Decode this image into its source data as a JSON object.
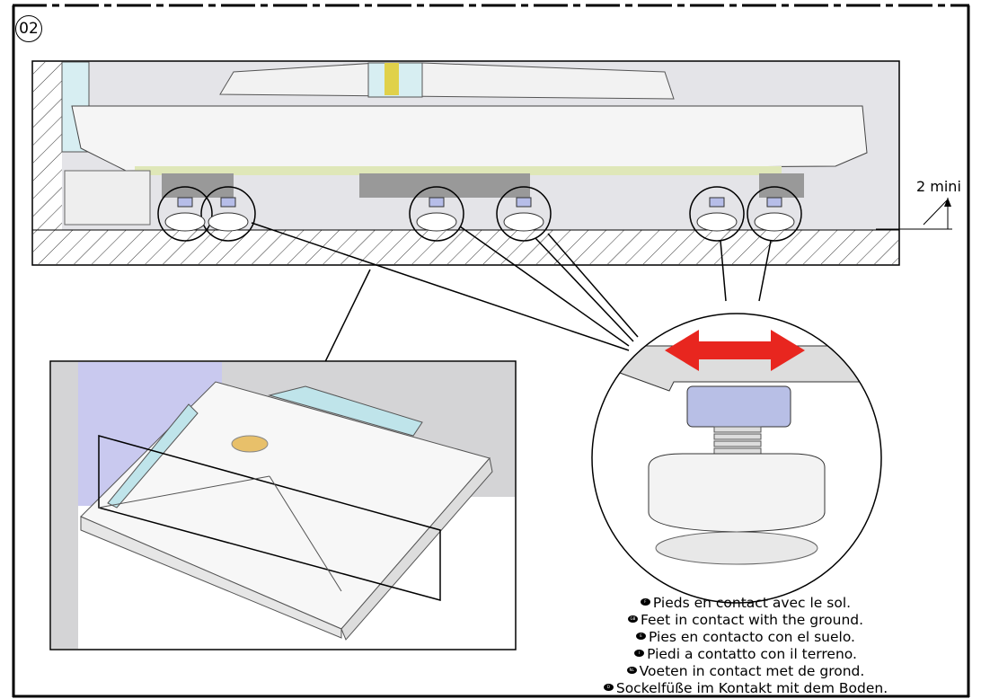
{
  "step_number": "02",
  "dimension_label": "2 mini",
  "notes": [
    {
      "lang": "F",
      "text": "Pieds en contact avec le sol."
    },
    {
      "lang": "GB",
      "text": "Feet in contact with the ground."
    },
    {
      "lang": "E",
      "text": "Pies en contacto con el suelo."
    },
    {
      "lang": "I",
      "text": "Piedi a contatto con il terreno."
    },
    {
      "lang": "NL",
      "text": "Voeten in contact met de grond."
    },
    {
      "lang": "D",
      "text": "Sockelfüße im Kontakt mit dem Boden."
    }
  ],
  "colors": {
    "arrow": "#e8261f",
    "level_glass": "#bfe4ea",
    "wall": "#d4d4d6",
    "wall_blue": "#c9c9ef"
  }
}
